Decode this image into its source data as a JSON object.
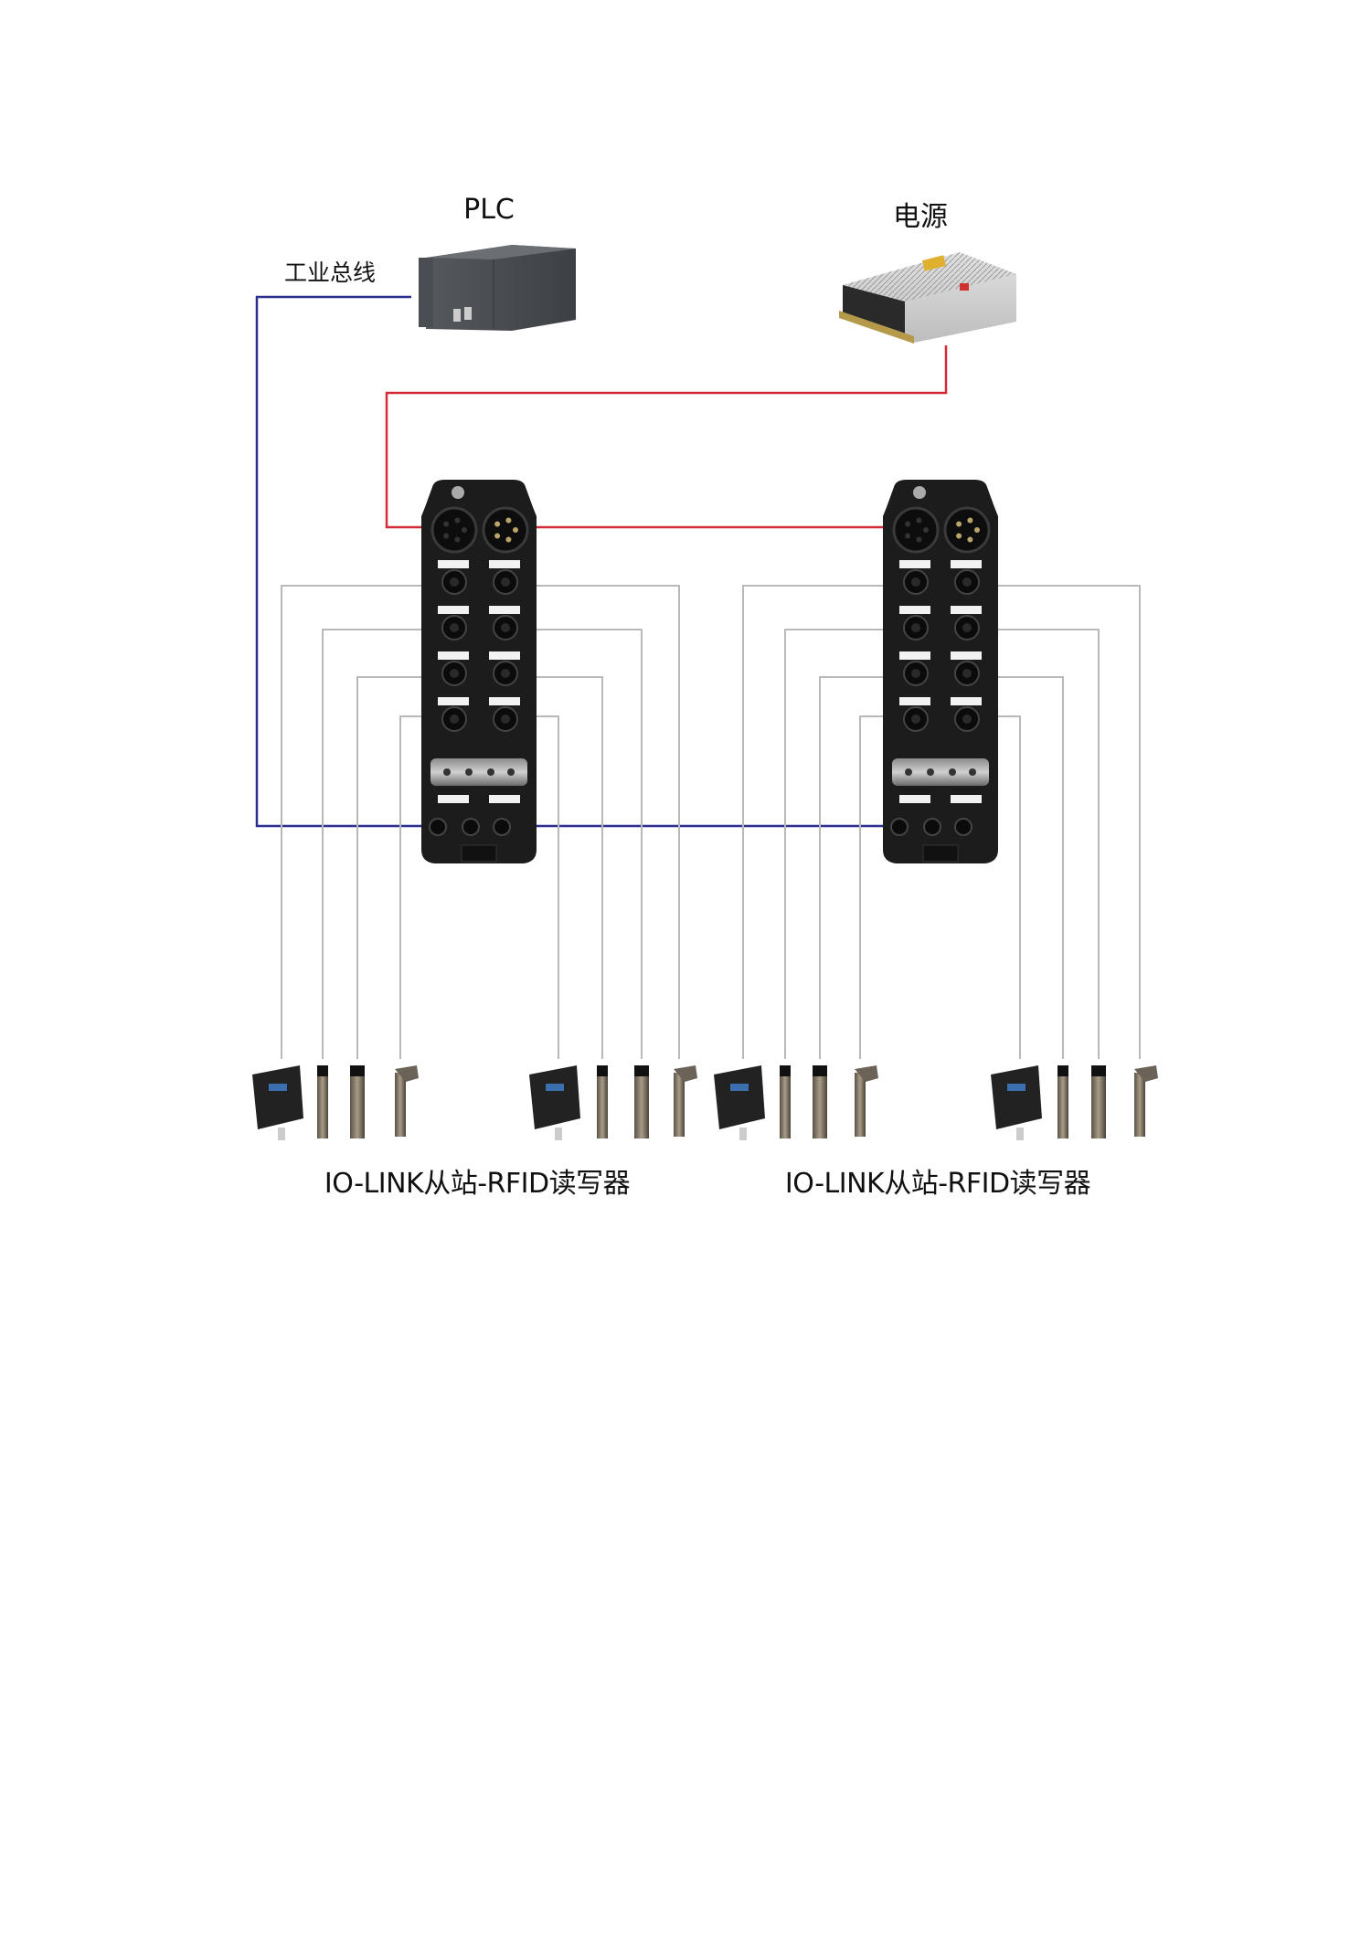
{
  "labels": {
    "plc": "PLC",
    "power_supply": "电源",
    "fieldbus": "工业总线"
  },
  "stations": [
    {
      "caption": "IO-LINK从站-RFID读写器"
    },
    {
      "caption": "IO-LINK从站-RFID读写器"
    }
  ],
  "colors": {
    "fieldbus_line": "#2b2f8f",
    "power_line": "#d42a35",
    "io_line": "#b9b9b9",
    "module_body": "#1c1c1c"
  }
}
